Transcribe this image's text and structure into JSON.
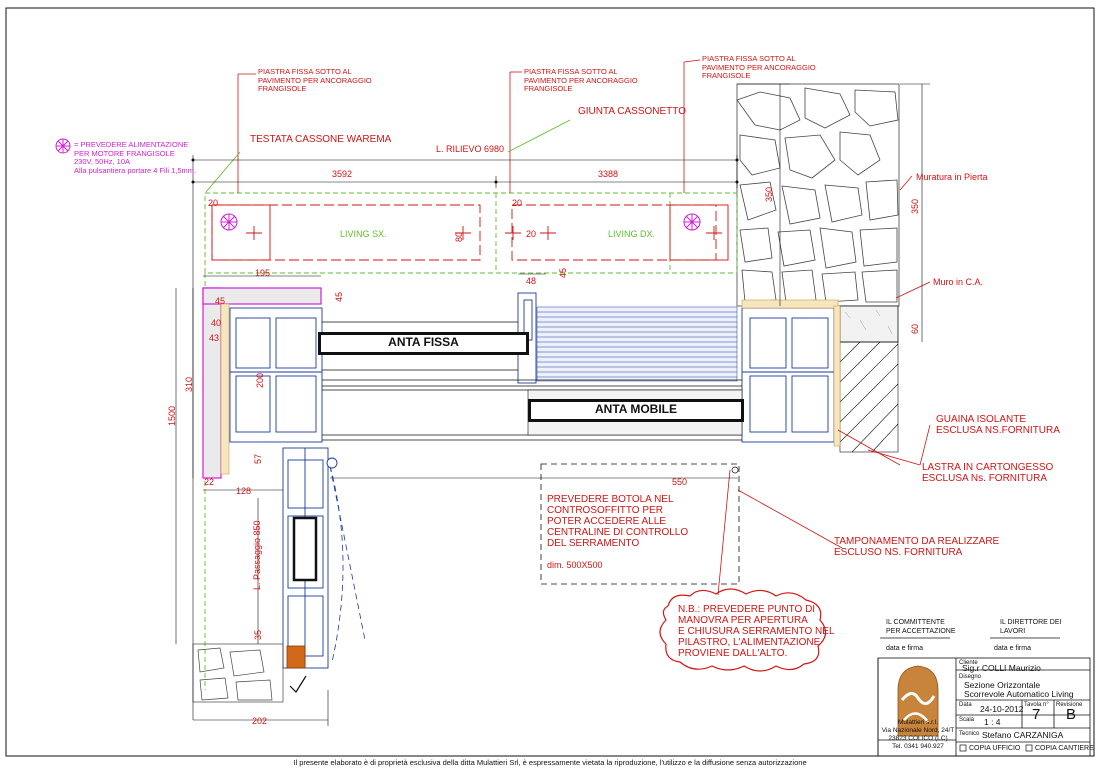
{
  "notes": {
    "piastra_1": [
      "PIASTRA FISSA SOTTO AL",
      "PAVIMENTO PER ANCORAGGIO",
      "FRANGISOLE"
    ],
    "piastra_2": [
      "PIASTRA FISSA SOTTO AL",
      "PAVIMENTO PER ANCORAGGIO",
      "FRANGISOLE"
    ],
    "piastra_3": [
      "PIASTRA FISSA SOTTO AL",
      "PAVIMENTO PER ANCORAGGIO",
      "FRANGISOLE"
    ],
    "alimentazione": [
      "= PREVEDERE ALIMENTAZIONE",
      "PER MOTORE FRANGISOLE",
      "230V, 50Hz, 10A",
      "Alla pulsantiera portare 4 Fili 1,5mm."
    ],
    "testata": "TESTATA CASSONE WAREMA",
    "giunta": "GIUNTA CASSONETTO",
    "rilievo": "L. RILIEVO 6980",
    "muratura": "Muratura in Pierta",
    "muro_ca": "Muro in C.A.",
    "guaina": [
      "GUAINA ISOLANTE",
      "ESCLUSA NS.FORNITURA"
    ],
    "lastra": [
      "LASTRA IN CARTONGESSO",
      "ESCLUSA Ns. FORNITURA"
    ],
    "tamponamento": [
      "TAMPONAMENTO DA REALIZZARE",
      "ESCLUSO NS. FORNITURA"
    ],
    "botola": [
      "PREVEDERE BOTOLA NEL",
      "CONTROSOFFITTO PER",
      "POTER ACCEDERE ALLE",
      "CENTRALINE DI CONTROLLO",
      "DEL SERRAMENTO"
    ],
    "botola_dim": "dim. 500X500",
    "nb": [
      "N.B.: PREVEDERE PUNTO DI",
      "MANOVRA PER APERTURA",
      "E CHIUSURA SERRAMENTO NEL",
      "PILASTRO, L'ALIMENTAZIONE",
      "PROVIENE DALL'ALTO."
    ],
    "living_sx": "LIVING SX.",
    "living_dx": "LIVING DX.",
    "anta_fissa": "ANTA FISSA",
    "anta_mobile": "ANTA MOBILE"
  },
  "dimensions": {
    "d3592": "3592",
    "d3388": "3388",
    "d350a": "350",
    "d350b": "350",
    "d20a": "20",
    "d20b": "20",
    "d20c": "20",
    "d80": "80",
    "d48": "48",
    "d45a": "45",
    "d195": "195",
    "d45b": "45",
    "d45c": "45",
    "d40": "40",
    "d43": "43",
    "d310": "310",
    "d200": "200",
    "d1500": "1500",
    "d57": "57",
    "d22": "22",
    "d128": "128",
    "d550": "550",
    "d850": "L. Passaggio 850",
    "d35": "35",
    "d202": "202",
    "d60": "60"
  },
  "title_block": {
    "committente": [
      "IL COMMITTENTE",
      "PER ACCETTAZIONE"
    ],
    "direttore": [
      "IL DIRETTORE DEI",
      "LAVORI"
    ],
    "data_firma_1": "data e firma",
    "data_firma_2": "data e firma",
    "cliente_label": "Cliente",
    "cliente": "Sig.r COLLI Maurizio",
    "disegno_label": "Disegno",
    "disegno": [
      "Sezione Orizzontale",
      "Scorrevole Automatico Living"
    ],
    "data_label": "Data",
    "data": "24-10-2012",
    "tavola_label": "Tavola n°",
    "tavola": "7",
    "revisione_label": "Revisione",
    "revisione": "B",
    "scala_label": "Scala",
    "scala": "1 : 4",
    "tecnico_label": "Tecnico",
    "tecnico": "Stefano CARZANIGA",
    "company": [
      "Mulattieri s.r.l.",
      "Via Nazionale Nord, 24/T",
      "23823 COLICO (LC)",
      "Tel. 0341 940.927"
    ],
    "copia_ufficio": "COPIA UFFICIO",
    "copia_cantiere": "COPIA CANTIERE"
  },
  "footer": "Il presente elaborato è di proprietà esclusiva della ditta Mulattieri Srl, è espressamente vietata la riproduzione, l'utilizzo e la diffusione senza autorizzazione",
  "colors": {
    "red": "#d21414",
    "green": "#5fbf2a",
    "pink": "#d21fd2",
    "ink": "#111111"
  }
}
